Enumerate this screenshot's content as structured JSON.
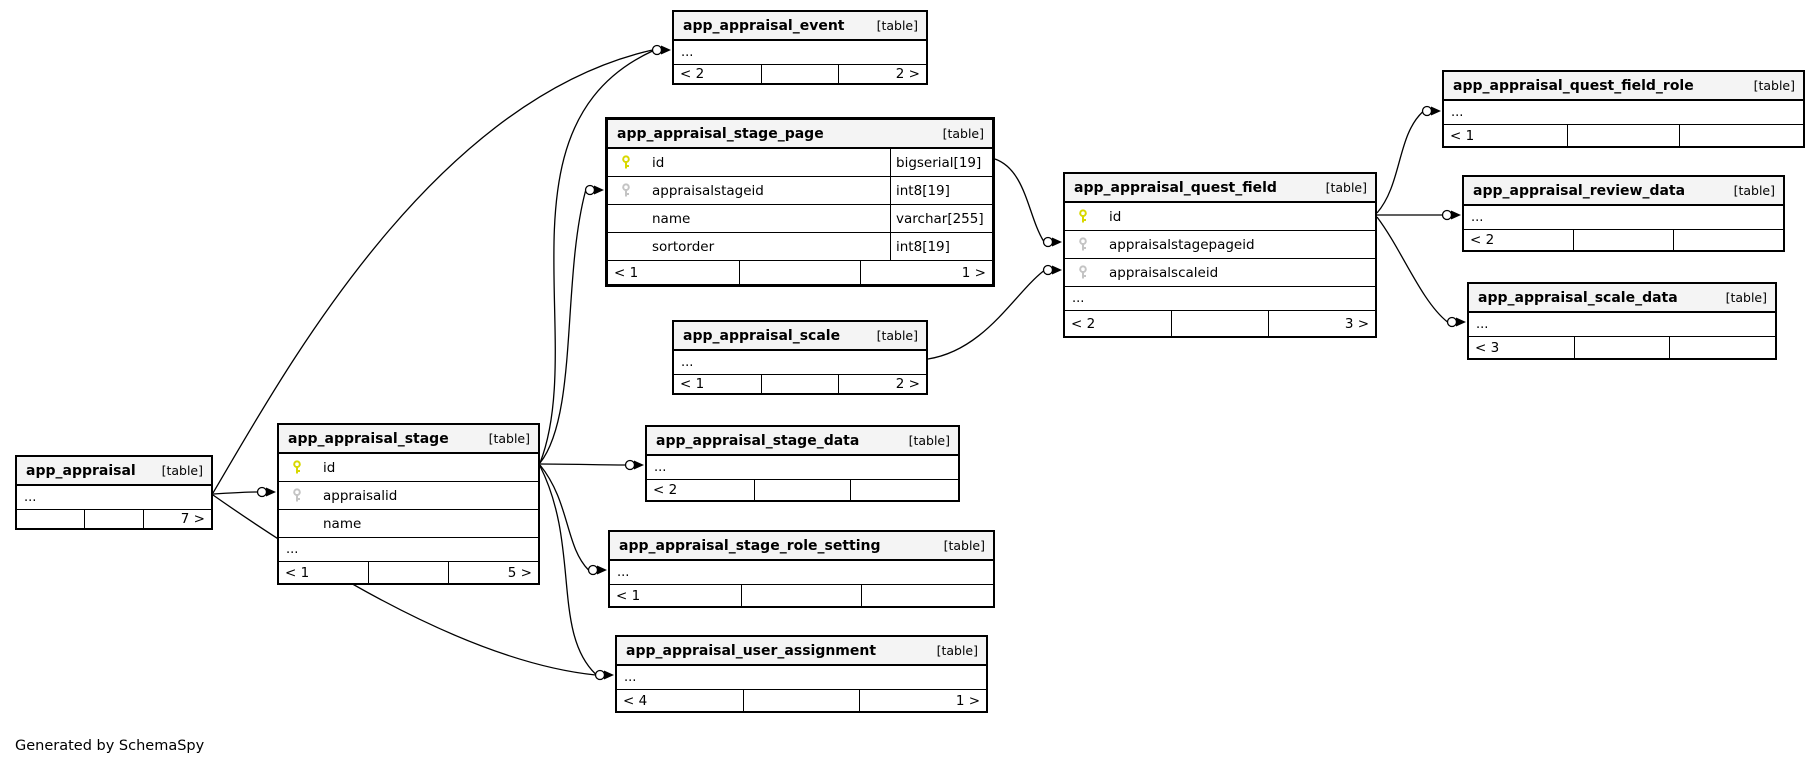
{
  "diagram_note": "Generated by SchemaSpy",
  "colors": {
    "background": "#ffffff",
    "header_bg": "#f4f4f4",
    "border": "#000000",
    "primary_key_icon": "#d8d800",
    "foreign_key_icon": "#c4c4c4"
  },
  "icons": {
    "primary_key": "key-icon",
    "foreign_key": "key-icon"
  },
  "tables": {
    "event": {
      "name": "app_appraisal_event",
      "tag": "[table]",
      "more": "...",
      "footer": {
        "left": "< 2",
        "mid": "",
        "right": "2 >"
      }
    },
    "stage_page": {
      "name": "app_appraisal_stage_page",
      "tag": "[table]",
      "columns": [
        {
          "name": "id",
          "type": "bigserial[19]",
          "key": "primary"
        },
        {
          "name": "appraisalstageid",
          "type": "int8[19]",
          "key": "foreign"
        },
        {
          "name": "name",
          "type": "varchar[255]",
          "key": ""
        },
        {
          "name": "sortorder",
          "type": "int8[19]",
          "key": ""
        }
      ],
      "footer": {
        "left": "< 1",
        "mid": "",
        "right": "1 >"
      }
    },
    "quest_field_role": {
      "name": "app_appraisal_quest_field_role",
      "tag": "[table]",
      "more": "...",
      "footer": {
        "left": "< 1",
        "mid": "",
        "right": ""
      }
    },
    "quest_field": {
      "name": "app_appraisal_quest_field",
      "tag": "[table]",
      "more": "...",
      "columns": [
        {
          "name": "id",
          "key": "primary"
        },
        {
          "name": "appraisalstagepageid",
          "key": "foreign"
        },
        {
          "name": "appraisalscaleid",
          "key": "foreign"
        }
      ],
      "footer": {
        "left": "< 2",
        "mid": "",
        "right": "3 >"
      }
    },
    "review_data": {
      "name": "app_appraisal_review_data",
      "tag": "[table]",
      "more": "...",
      "footer": {
        "left": "< 2",
        "mid": "",
        "right": ""
      }
    },
    "scale": {
      "name": "app_appraisal_scale",
      "tag": "[table]",
      "more": "...",
      "footer": {
        "left": "< 1",
        "mid": "",
        "right": "2 >"
      }
    },
    "scale_data": {
      "name": "app_appraisal_scale_data",
      "tag": "[table]",
      "more": "...",
      "footer": {
        "left": "< 3",
        "mid": "",
        "right": ""
      }
    },
    "stage": {
      "name": "app_appraisal_stage",
      "tag": "[table]",
      "more": "...",
      "columns": [
        {
          "name": "id",
          "key": "primary"
        },
        {
          "name": "appraisalid",
          "key": "foreign"
        },
        {
          "name": "name",
          "key": ""
        }
      ],
      "footer": {
        "left": "< 1",
        "mid": "",
        "right": "5 >"
      }
    },
    "appraisal": {
      "name": "app_appraisal",
      "tag": "[table]",
      "more": "...",
      "footer": {
        "left": "",
        "mid": "",
        "right": "7 >"
      }
    },
    "stage_data": {
      "name": "app_appraisal_stage_data",
      "tag": "[table]",
      "more": "...",
      "footer": {
        "left": "< 2",
        "mid": "",
        "right": ""
      }
    },
    "stage_role_setting": {
      "name": "app_appraisal_stage_role_setting",
      "tag": "[table]",
      "more": "...",
      "footer": {
        "left": "< 1",
        "mid": "",
        "right": ""
      }
    },
    "user_assignment": {
      "name": "app_appraisal_user_assignment",
      "tag": "[table]",
      "more": "...",
      "footer": {
        "left": "< 4",
        "mid": "",
        "right": "1 >"
      }
    }
  },
  "relationships": [
    {
      "parent": "app_appraisal",
      "child": "app_appraisal_event"
    },
    {
      "parent": "app_appraisal",
      "child": "app_appraisal_stage"
    },
    {
      "parent": "app_appraisal",
      "child": "app_appraisal_user_assignment"
    },
    {
      "parent": "app_appraisal_stage",
      "child": "app_appraisal_event"
    },
    {
      "parent": "app_appraisal_stage",
      "child": "app_appraisal_stage_page"
    },
    {
      "parent": "app_appraisal_stage",
      "child": "app_appraisal_stage_data"
    },
    {
      "parent": "app_appraisal_stage",
      "child": "app_appraisal_stage_role_setting"
    },
    {
      "parent": "app_appraisal_stage",
      "child": "app_appraisal_user_assignment"
    },
    {
      "parent": "app_appraisal_stage_page",
      "child": "app_appraisal_quest_field"
    },
    {
      "parent": "app_appraisal_scale",
      "child": "app_appraisal_quest_field"
    },
    {
      "parent": "app_appraisal_quest_field",
      "child": "app_appraisal_quest_field_role"
    },
    {
      "parent": "app_appraisal_quest_field",
      "child": "app_appraisal_review_data"
    },
    {
      "parent": "app_appraisal_quest_field",
      "child": "app_appraisal_scale_data"
    }
  ]
}
